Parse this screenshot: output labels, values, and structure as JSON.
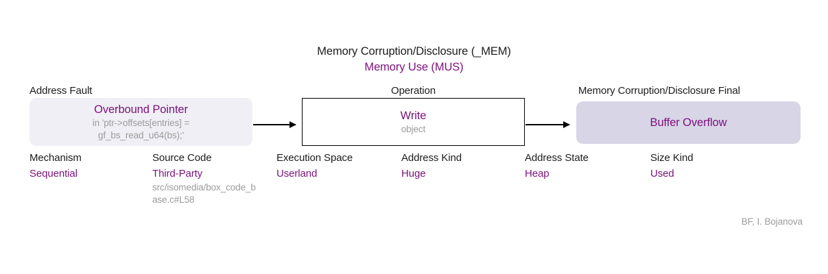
{
  "title": {
    "classification": "Memory Corruption/Disclosure (_MEM)",
    "cluster": "Memory Use (MUS)"
  },
  "nodes": {
    "address_fault": {
      "section_label": "Address Fault",
      "primary": "Overbound Pointer",
      "detail_line_1": "in 'ptr->offsets[entries] =",
      "detail_line_2": "gf_bs_read_u64(bs);'"
    },
    "operation": {
      "section_label": "Operation",
      "primary": "Write",
      "detail": "object"
    },
    "final": {
      "section_label": "Memory Corruption/Disclosure Final",
      "primary": "Buffer Overflow"
    }
  },
  "attributes": [
    {
      "key": "Mechanism",
      "value": "Sequential",
      "note": ""
    },
    {
      "key": "Source Code",
      "value": "Third-Party",
      "note": "src/isomedia/box_code_base.c#L58"
    },
    {
      "key": "Execution Space",
      "value": "Userland",
      "note": ""
    },
    {
      "key": "Address Kind",
      "value": "Huge",
      "note": ""
    },
    {
      "key": "Address State",
      "value": "Heap",
      "note": ""
    },
    {
      "key": "Size Kind",
      "value": "Used",
      "note": ""
    }
  ],
  "footer": {
    "credit": "BF, I. Bojanova"
  },
  "colors": {
    "accent_purple": "#7b117b",
    "muted_gray": "#9b9b9b",
    "box_fault_fill": "#f1eff6",
    "box_final_fill": "#d8d5e7",
    "box_operation_border": "#000000",
    "text_primary": "#1c1c1c"
  }
}
